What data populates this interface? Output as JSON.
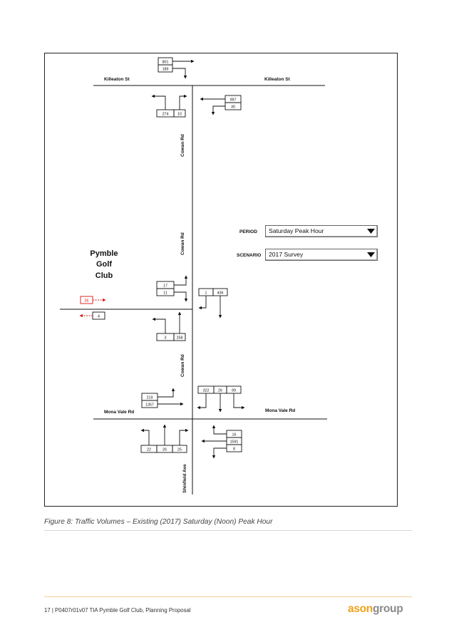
{
  "roads": {
    "killeaton_west": "Killeaton St",
    "killeaton_east": "Killeaton St",
    "cowan_1": "Cowan Rd",
    "cowan_2": "Cowan Rd",
    "cowan_3": "Cowan Rd",
    "mona_vale_west": "Mona Vale Rd",
    "mona_vale_east": "Mona Vale Rd",
    "shinfield": "Shinfield Ave"
  },
  "club": {
    "line1": "Pymble",
    "line2": "Golf",
    "line3": "Club"
  },
  "volumes": {
    "killeaton_west_right": "801",
    "killeaton_west_left": "189",
    "cowan_north_left": "274",
    "cowan_north_right": "10",
    "killeaton_east_right": "997",
    "killeaton_east_left": "30",
    "access_west_left": "17",
    "access_west_right": "11",
    "access_south_right": "1",
    "access_south_through": "436",
    "access_north_left": "3",
    "access_north_through": "258",
    "ped_in": "26",
    "ped_out": "4",
    "mona_east_left": "219",
    "mona_east_through": "1357",
    "mona_south_right": "322",
    "mona_south_through": "26",
    "mona_south_left": "99",
    "mona_north_left": "22",
    "mona_north_through": "26",
    "mona_north_right": "25",
    "mona_west_right": "16",
    "mona_west_through": "1591",
    "mona_west_left": "8"
  },
  "form": {
    "period_label": "PERIOD",
    "period_value": "Saturday Peak Hour",
    "scenario_label": "SCENARIO",
    "scenario_value": "2017 Survey"
  },
  "caption": "Figure 8: Traffic Volumes – Existing (2017) Saturday (Noon) Peak Hour",
  "footer": "17 | P0407r01v07 TIA Pymble Golf Club, Planning Proposal",
  "logo": {
    "part_a": "ason",
    "part_b": "group"
  },
  "colors": {
    "ped_red": "#dd1111",
    "logo_orange": "#f1a21d",
    "logo_grey": "#8a8a8a",
    "rule_orange": "#f2cf9a"
  }
}
